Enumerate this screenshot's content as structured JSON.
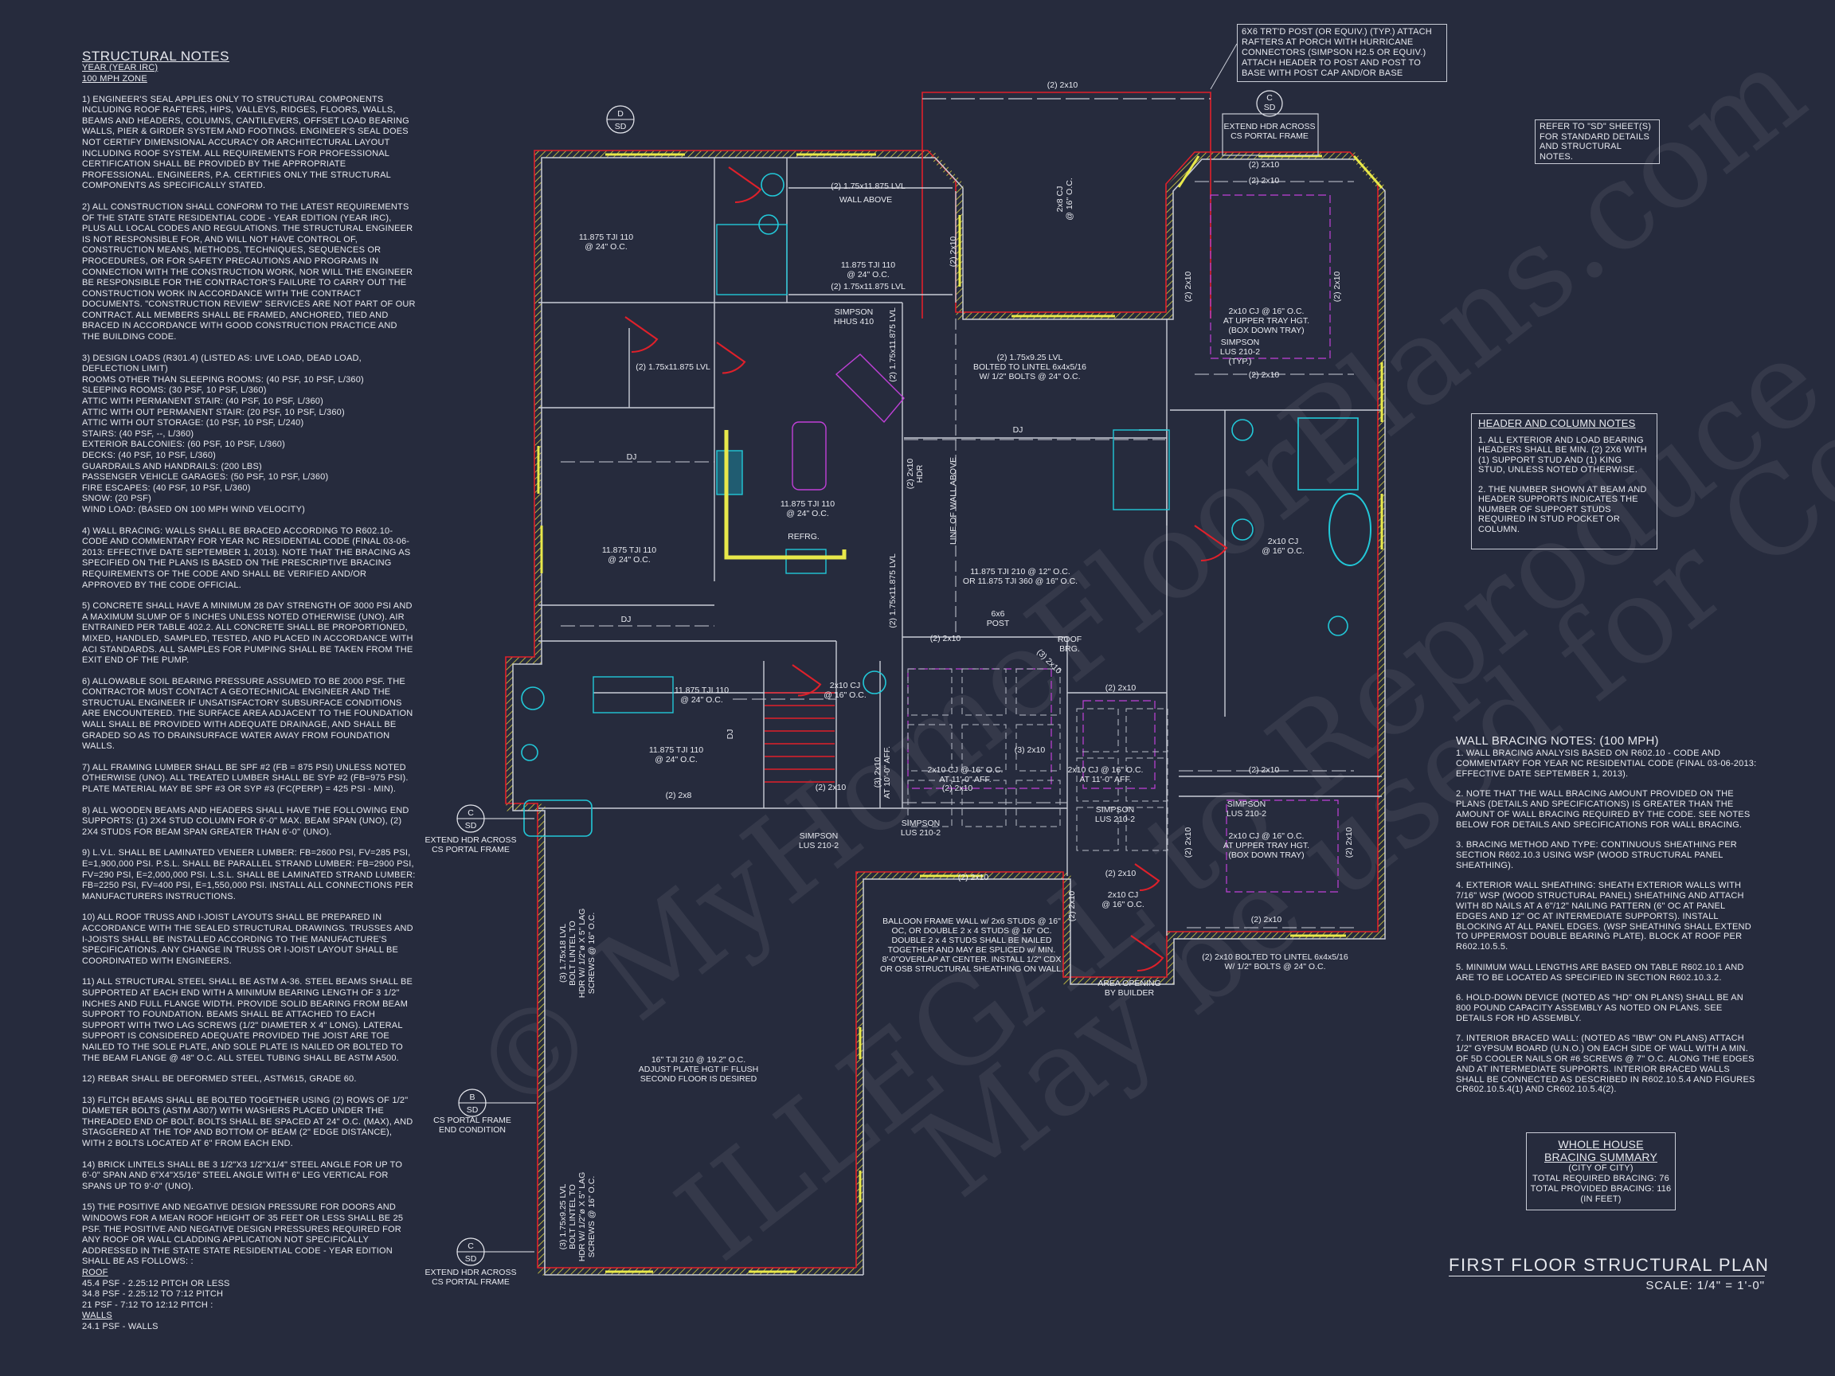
{
  "structural_notes": {
    "title": "STRUCTURAL NOTES",
    "subtitle1": "YEAR  (YEAR IRC)",
    "subtitle2": "100 mph ZONE",
    "paragraphs": [
      "1) ENGINEER'S SEAL APPLIES ONLY TO STRUCTURAL COMPONENTS INCLUDING ROOF RAFTERS, HIPS, VALLEYS, RIDGES, FLOORS, WALLS, BEAMS AND HEADERS, COLUMNS, CANTILEVERS, OFFSET LOAD BEARING WALLS, PIER & GIRDER SYSTEM AND FOOTINGS. ENGINEER'S SEAL DOES NOT CERTIFY DIMENSIONAL ACCURACY OR ARCHITECTURAL LAYOUT INCLUDING ROOF SYSTEM. ALL REQUIREMENTS FOR PROFESSIONAL CERTIFICATION SHALL BE PROVIDED BY THE APPROPRIATE PROFESSIONAL.  ENGINEERS, P.A. CERTIFIES ONLY THE STRUCTURAL COMPONENTS AS SPECIFICALLY STATED.",
      "2) ALL CONSTRUCTION SHALL CONFORM TO THE LATEST REQUIREMENTS OF THE STATE STATE RESIDENTIAL CODE - YEAR EDITION (YEAR IRC), PLUS ALL LOCAL CODES AND REGULATIONS. THE STRUCTURAL ENGINEER IS NOT RESPONSIBLE FOR, AND WILL NOT HAVE CONTROL OF, CONSTRUCTION MEANS, METHODS, TECHNIQUES, SEQUENCES OR PROCEDURES, OR FOR SAFETY PRECAUTIONS AND PROGRAMS IN CONNECTION WITH THE CONSTRUCTION WORK, NOR WILL THE ENGINEER BE RESPONSIBLE FOR THE CONTRACTOR'S FAILURE TO CARRY OUT THE CONSTRUCTION WORK IN ACCORDANCE WITH THE CONTRACT DOCUMENTS. \"CONSTRUCTION REVIEW\" SERVICES ARE NOT PART OF OUR CONTRACT. ALL MEMBERS SHALL BE FRAMED, ANCHORED, TIED AND BRACED IN ACCORDANCE WITH GOOD CONSTRUCTION PRACTICE AND THE BUILDING CODE."
    ],
    "loads_heading": "3) DESIGN LOADS (R301.4) (LISTED AS: LIVE LOAD, DEAD LOAD, DEFLECTION LIMIT)",
    "loads": [
      "ROOMS OTHER THAN SLEEPING ROOMS: (40 PSF, 10 PSF, L/360)",
      "SLEEPING ROOMS: (30 PSF, 10 PSF, L/360)",
      "ATTIC WITH PERMANENT STAIR: (40 PSF, 10 PSF, L/360)",
      "ATTIC WITH OUT PERMANENT STAIR: (20 PSF, 10 PSF, L/360)",
      "ATTIC WITH OUT STORAGE: (10 PSF, 10 PSF, L/240)",
      "STAIRS: (40 PSF, --, L/360)",
      "EXTERIOR BALCONIES: (60 PSF, 10 PSF, L/360)",
      "DECKS: (40 PSF, 10 PSF, L/360)",
      "GUARDRAILS AND HANDRAILS: (200 LBS)",
      "PASSENGER VEHICLE GARAGES: (50 PSF, 10 PSF, L/360)",
      "FIRE ESCAPES: (40 PSF, 10 PSF, L/360)",
      "SNOW: (20 PSF)",
      "WIND LOAD: (BASED ON 100 MPH WIND VELOCITY)"
    ],
    "paragraphs2": [
      "4) WALL BRACING: WALLS SHALL BE BRACED ACCORDING TO R602.10- CODE AND COMMENTARY FOR YEAR NC RESIDENTIAL CODE (FINAL 03-06-2013: EFFECTIVE DATE SEPTEMBER 1, 2013). NOTE THAT THE BRACING AS SPECIFIED ON THE PLANS IS BASED ON THE PRESCRIPTIVE BRACING REQUIREMENTS OF THE CODE AND SHALL BE VERIFIED AND/OR APPROVED BY THE CODE OFFICIAL.",
      "5) CONCRETE SHALL HAVE A MINIMUM 28 DAY STRENGTH OF 3000 PSI AND A MAXIMUM SLUMP OF 5 INCHES UNLESS NOTED OTHERWISE (UNO). AIR ENTRAINED PER TABLE 402.2. ALL CONCRETE SHALL BE PROPORTIONED, MIXED, HANDLED, SAMPLED, TESTED, AND PLACED IN ACCORDANCE WITH ACI STANDARDS. ALL SAMPLES FOR PUMPING SHALL BE TAKEN FROM THE EXIT END OF THE PUMP.",
      "6) ALLOWABLE SOIL BEARING PRESSURE ASSUMED TO BE 2000 PSF. THE CONTRACTOR MUST CONTACT A GEOTECHNICAL ENGINEER AND THE STRUCTUAL ENGINEER IF UNSATISFACTORY SUBSURFACE CONDITIONS ARE ENCOUNTERED. THE SURFACE AREA ADJACENT TO THE FOUNDATION WALL SHALL BE PROVIDED WITH ADEQUATE DRAINAGE, AND SHALL BE GRADED SO AS TO DRAINSURFACE WATER AWAY FROM FOUNDATION WALLS.",
      "7) ALL FRAMING LUMBER SHALL BE SPF #2 (Fb = 875 PSI) UNLESS NOTED OTHERWISE (UNO). ALL TREATED LUMBER SHALL BE SYP #2 (Fb=975 PSI). PLATE MATERIAL MAY BE SPF #3 OR SYP #3 (Fc(perp) = 425 PSI - MIN).",
      "8) ALL WOODEN BEAMS AND HEADERS SHALL HAVE THE FOLLOWING END SUPPORTS: (1) 2x4 STUD COLUMN FOR 6'-0\" MAX. BEAM SPAN (UNO), (2) 2X4 STUDS FOR BEAM SPAN GREATER THAN 6'-0\" (UNO).",
      "9) L.V.L.  SHALL BE LAMINATED VENEER LUMBER: Fb=2600 PSI, Fv=285 PSI, E=1,900,000 PSI. P.S.L. SHALL BE PARALLEL STRAND LUMBER: Fb=2900 PSI, Fv=290 PSI, E=2,000,000 PSI. L.S.L.  SHALL BE LAMINATED STRAND LUMBER: Fb=2250 PSI, Fv=400 PSI, E=1,550,000 PSI. INSTALL ALL CONNECTIONS PER MANUFACTURERS INSTRUCTIONS.",
      "10) ALL ROOF TRUSS AND I-JOIST LAYOUTS SHALL BE PREPARED IN ACCORDANCE WITH THE SEALED STRUCTURAL DRAWINGS. TRUSSES AND I-JOISTS SHALL BE INSTALLED ACCORDING TO THE MANUFACTURE'S SPECIFICATIONS. ANY CHANGE IN TRUSS OR I-JOIST LAYOUT SHALL BE COORDINATED WITH  ENGINEERS.",
      "11) ALL STRUCTURAL STEEL SHALL BE ASTM A-36. STEEL BEAMS SHALL BE SUPPORTED AT EACH END WITH A MINIMUM BEARING LENGTH OF 3 1/2\" INCHES AND FULL FLANGE WIDTH. PROVIDE SOLID BEARING FROM BEAM SUPPORT TO FOUNDATION.  BEAMS SHALL BE ATTACHED TO EACH SUPPORT WITH TWO LAG SCREWS (1/2\" DIAMETER x 4\" LONG). LATERAL SUPPORT IS CONSIDERED ADEQUATE PROVIDED THE JOIST ARE TOE NAILED TO THE SOLE PLATE, AND SOLE PLATE IS NAILED OR BOLTED TO THE BEAM FLANGE @ 48\" O.C. ALL STEEL TUBING SHALL BE ASTM A500.",
      "12) REBAR SHALL BE DEFORMED STEEL, ASTM615, GRADE 60.",
      "13) FLITCH BEAMS SHALL BE BOLTED TOGETHER USING (2) ROWS OF 1/2\" DIAMETER BOLTS (ASTM A307) WITH WASHERS PLACED UNDER THE THREADED END OF BOLT. BOLTS SHALL BE SPACED AT 24\" O.C. (MAX), AND STAGGERED AT THE TOP AND BOTTOM OF BEAM (2\" EDGE DISTANCE), WITH 2 BOLTS LOCATED AT 6\" FROM EACH END.",
      "14) BRICK LINTELS SHALL BE 3 1/2\"x3 1/2\"x1/4\" STEEL ANGLE FOR UP TO 6'-0\" SPAN AND 6\"x4\"x5/16\" STEEL ANGLE WITH 6\" LEG VERTICAL FOR SPANS UP TO 9'-0\" (UNO).",
      "15) THE POSITIVE AND NEGATIVE DESIGN PRESSURE FOR DOORS AND WINDOWS FOR A MEAN ROOF HEIGHT OF 35 FEET OR LESS SHALL BE 25 PSF. THE POSITIVE AND NEGATIVE DESIGN PRESSURES REQUIRED FOR ANY ROOF OR WALL CLADDING APPLICATION NOT SPECIFICALLY ADDRESSED IN THE STATE STATE RESIDENTIAL CODE - YEAR EDITION SHALL BE AS FOLLOWS: :"
    ],
    "roof_heading": "ROOF",
    "roof": [
      "45.4 PSF - 2.25:12 PITCH OR LESS",
      "34.8 PSF - 2.25:12 TO 7:12 PITCH",
      "21 PSF - 7:12 TO 12:12 PITCH :"
    ],
    "walls_heading": "WALLS",
    "walls": [
      "24.1 PSF - WALLS"
    ]
  },
  "post_note": "6x6 TRT'D POST (OR EQUIV.) (TYP.) ATTACH RAFTERS AT PORCH WITH HURRICANE CONNECTORS (SIMPSON H2.5 OR EQUIV.) ATTACH HEADER TO POST AND POST TO BASE WITH POST CAP AND/OR BASE",
  "refer_note": "REFER TO \"SD\" SHEET(S) FOR STANDARD DETAILS AND STRUCTURAL NOTES.",
  "header_notes": {
    "title": "HEADER AND COLUMN NOTES",
    "items": [
      "1. ALL EXTERIOR AND LOAD BEARING HEADERS SHALL BE MIN. (2) 2x6 WITH (1) SUPPORT STUD AND (1) KING STUD, UNLESS NOTED OTHERWISE.",
      "2. THE NUMBER SHOWN AT BEAM AND HEADER SUPPORTS INDICATES THE NUMBER OF SUPPORT STUDS REQUIRED IN STUD POCKET OR COLUMN."
    ]
  },
  "wall_bracing": {
    "title": "WALL BRACING NOTES: (100 MPH)",
    "items": [
      "1. WALL BRACING ANALYSIS BASED ON R602.10 - CODE AND COMMENTARY FOR YEAR NC RESIDENTIAL CODE (FINAL 03-06-2013: EFFECTIVE DATE SEPTEMBER 1, 2013).",
      "2. NOTE THAT THE WALL BRACING AMOUNT PROVIDED ON THE PLANS (DETAILS AND SPECIFICATIONS) IS GREATER THAN THE AMOUNT OF WALL BRACING REQUIRED BY THE CODE. SEE NOTES BELOW FOR DETAILS AND SPECIFICATIONS FOR WALL BRACING.",
      "3. BRACING METHOD AND TYPE: CONTINUOUS SHEATHING PER SECTION R602.10.3 USING WSP (WOOD STRUCTURAL PANEL SHEATHING).",
      "4. EXTERIOR WALL SHEATHING: SHEATH EXTERIOR WALLS WITH 7/16\" WSP (WOOD STRUCTURAL PANEL) SHEATHING AND ATTACH WITH 8d NAILS AT A 6\"/12\" NAILING PATTERN (6\" OC AT PANEL EDGES AND 12\" OC AT INTERMEDIATE SUPPORTS). INSTALL BLOCKING AT ALL PANEL EDGES. (WSP SHEATHING SHALL EXTEND TO UPPERMOST DOUBLE BEARING PLATE). BLOCK AT ROOF PER R602.10.5.5.",
      "5. MINIMUM WALL LENGTHS ARE BASED ON TABLE R602.10.1 AND ARE TO BE LOCATED AS SPECIFIED IN SECTION R602.10.3.2.",
      "6. HOLD-DOWN DEVICE (NOTED AS \"HD\" ON PLANS) SHALL BE AN 800 POUND CAPACITY ASSEMBLY AS NOTED ON PLANS. SEE DETAILS FOR HD ASSEMBLY.",
      "7. INTERIOR BRACED WALL: (NOTED AS \"IBW\" ON PLANS) ATTACH 1/2\" GYPSUM BOARD (U.N.O.) ON EACH SIDE OF WALL WITH A MIN. OF 5d COOLER NAILS OR #6 SCREWS @ 7\" O.C. ALONG THE EDGES AND AT INTERMEDIATE SUPPORTS.  INTERIOR BRACED WALLS SHALL BE CONNECTED AS DESCRIBED IN R602.10.5.4 AND FIGURES CR602.10.5.4(1) AND CR602.10.5.4(2)."
    ]
  },
  "bracing_summary": {
    "title1": "WHOLE HOUSE",
    "title2": "BRACING SUMMARY",
    "city": "(CITY OF CITY)",
    "required": "TOTAL REQUIRED BRACING: 76",
    "provided": "TOTAL PROVIDED BRACING: 116",
    "units": "(IN FEET)"
  },
  "sheet": {
    "title": "FIRST FLOOR STRUCTURAL PLAN",
    "scale": "SCALE: 1/4\" = 1'-0\""
  },
  "watermark": [
    "© MyHomeFloorPlans.com",
    "ILLEGAL to Reproduce",
    "May be used for Construction"
  ],
  "colors": {
    "background": "#262b3d",
    "wall": "#c9ccd6",
    "exterior": "#e0202a",
    "window": "#e8e84a",
    "fixture": "#22c8d8",
    "overhead": "#c040d8"
  },
  "plan": {
    "labels": [
      {
        "lines": [
          "(2) 2x10"
        ]
      },
      {
        "lines": [
          "2x8 CJ",
          "@ 16\" O.C."
        ]
      },
      {
        "lines": [
          "(2) 1.75x11.875 LVL"
        ]
      },
      {
        "lines": [
          "WALL ABOVE"
        ]
      },
      {
        "lines": [
          "11.875 TJI 110",
          "@ 24\" O.C."
        ]
      },
      {
        "lines": [
          "11.875 TJI 110",
          "@ 24\" O.C."
        ]
      },
      {
        "lines": [
          "(2) 1.75x11.875 LVL"
        ]
      },
      {
        "lines": [
          "SIMPSON",
          "HHUS 410"
        ]
      },
      {
        "lines": [
          "(2) 2x10"
        ]
      },
      {
        "lines": [
          "(2) 1.75x11.875 LVL"
        ]
      },
      {
        "lines": [
          "(2) 1.75x11.875 LVL"
        ]
      },
      {
        "lines": [
          "DJ"
        ]
      },
      {
        "lines": [
          "11.875 TJI 110",
          "@ 24\" O.C."
        ]
      },
      {
        "lines": [
          "REFRG."
        ]
      },
      {
        "lines": [
          "11.875 TJI 110",
          "@ 24\" O.C."
        ]
      },
      {
        "lines": [
          "DJ"
        ]
      },
      {
        "lines": [
          "(2) 2x10",
          "HDR"
        ]
      },
      {
        "lines": [
          "(2) 1.75x11.875 LVL"
        ]
      },
      {
        "lines": [
          "LINE OF WALL ABOVE"
        ]
      },
      {
        "lines": [
          "(2) 1.75x9.25 LVL",
          "BOLTED TO LINTEL 6x4x5/16",
          "W/ 1/2\" BOLTS @ 24\" O.C."
        ]
      },
      {
        "lines": [
          "DJ"
        ]
      },
      {
        "lines": [
          "11.875 TJI 210 @ 12\" O.C.",
          "OR 11.875 TJI 360 @ 16\" O.C."
        ]
      },
      {
        "lines": [
          "6x6",
          "POST"
        ]
      },
      {
        "lines": [
          "ROOF",
          "BRG."
        ]
      },
      {
        "lines": [
          "(2) 2x10"
        ]
      },
      {
        "lines": [
          "(3) 2x10"
        ]
      },
      {
        "lines": [
          "(2) 2x10"
        ]
      },
      {
        "lines": [
          "(3) 2x10"
        ]
      },
      {
        "lines": [
          "2x10 CJ @ 16\" O.C.",
          "AT 11'-0\" AFF."
        ]
      },
      {
        "lines": [
          "2x10 CJ @ 16\" O.C.",
          "AT 11'-0\" AFF."
        ]
      },
      {
        "lines": [
          "(2) 2x10"
        ]
      },
      {
        "lines": [
          "SIMPSON",
          "LUS 210-2"
        ]
      },
      {
        "lines": [
          "(2) 2x10"
        ]
      },
      {
        "lines": [
          "C",
          "SD"
        ]
      },
      {
        "lines": [
          "EXTEND HDR ACROSS",
          "CS PORTAL FRAME"
        ]
      },
      {
        "lines": [
          "(2) 2x10"
        ]
      },
      {
        "lines": [
          "(2) 2x10"
        ]
      },
      {
        "lines": [
          "(2) 2x10"
        ]
      },
      {
        "lines": [
          "2x10 CJ @ 16\" O.C.",
          "AT UPPER TRAY HGT.",
          "(BOX DOWN TRAY)"
        ]
      },
      {
        "lines": [
          "SIMPSON",
          "LUS 210-2",
          "(TYP.)"
        ]
      },
      {
        "lines": [
          "(2) 2x10"
        ]
      },
      {
        "lines": [
          "2x10 CJ",
          "@ 16\" O.C."
        ]
      },
      {
        "lines": [
          "(2) 2x10"
        ]
      },
      {
        "lines": [
          "SIMPSON",
          "LUS 210-2"
        ]
      },
      {
        "lines": [
          "2x10 CJ @ 16\" O.C.",
          "AT UPPER TRAY HGT.",
          "(BOX DOWN TRAY)"
        ]
      },
      {
        "lines": [
          "(2) 2x10"
        ]
      },
      {
        "lines": [
          "(2) 2x10"
        ]
      },
      {
        "lines": [
          "(2) 2x10"
        ]
      },
      {
        "lines": [
          "(2) 2x10 BOLTED TO LINTEL 6x4x5/16",
          "W/ 1/2\" BOLTS @ 24\" O.C."
        ]
      },
      {
        "lines": [
          "(2) 2x10"
        ]
      },
      {
        "lines": [
          "2x10 CJ",
          "@ 16\" O.C."
        ]
      },
      {
        "lines": [
          "(2) 2x10"
        ]
      },
      {
        "lines": [
          "AREA OPENING",
          "BY BUILDER"
        ]
      },
      {
        "lines": [
          "BALLOON FRAME WALL w/ 2x6 STUDS @ 16\"",
          "OC, OR DOUBLE 2 x 4 STUDS @ 16\" OC.",
          "DOUBLE 2 x 4 STUDS SHALL BE NAILED",
          "TOGETHER AND MAY BE SPLICED w/ MIN.",
          "8'-0\"OVERLAP AT CENTER. INSTALL 1/2\" CDX",
          "OR OSB STRUCTURAL SHEATHING ON WALL."
        ]
      },
      {
        "lines": [
          "(2) 2x10"
        ]
      },
      {
        "lines": [
          "11.875 TJI 110",
          "@ 24\" O.C."
        ]
      },
      {
        "lines": [
          "2x10 CJ",
          "@ 16\" O.C."
        ]
      },
      {
        "lines": [
          "DJ"
        ]
      },
      {
        "lines": [
          "11.875 TJI 110",
          "@ 24\" O.C."
        ]
      },
      {
        "lines": [
          "(2) 2x8"
        ]
      },
      {
        "lines": [
          "(2) 2x10"
        ]
      },
      {
        "lines": [
          "(3) 2x10",
          "AT 10'-0\" AFF."
        ]
      },
      {
        "lines": [
          "SIMPSON",
          "LUS 210-2"
        ]
      },
      {
        "lines": [
          "SIMPSON",
          "LUS 210-2"
        ]
      },
      {
        "lines": [
          "(3) 1.75x18 LVL",
          "BOLT LINTEL TO",
          "HDR W/ 1/2\"ø X 5\" LAG",
          "SCREWS @ 16\" O.C."
        ]
      },
      {
        "lines": [
          "(3) 1.75x9.25 LVL",
          "BOLT LINTEL TO",
          "HDR W/ 1/2\"ø X 5\" LAG",
          "SCREWS @ 16\" O.C."
        ]
      },
      {
        "lines": [
          "16\" TJI 210 @ 19.2\" O.C.",
          "ADJUST PLATE HGT IF FLUSH",
          "SECOND FLOOR IS DESIRED"
        ]
      },
      {
        "lines": [
          "EXTEND HDR ACROSS",
          "CS PORTAL FRAME"
        ]
      },
      {
        "lines": [
          "CS PORTAL FRAME",
          "END CONDITION"
        ]
      },
      {
        "lines": [
          "EXTEND HDR ACROSS",
          "CS PORTAL FRAME"
        ]
      }
    ],
    "callouts": [
      {
        "letter": "D",
        "sheet": "SD"
      },
      {
        "letter": "C",
        "sheet": "SD"
      },
      {
        "letter": "B",
        "sheet": "SD"
      },
      {
        "letter": "C",
        "sheet": "SD"
      }
    ]
  }
}
